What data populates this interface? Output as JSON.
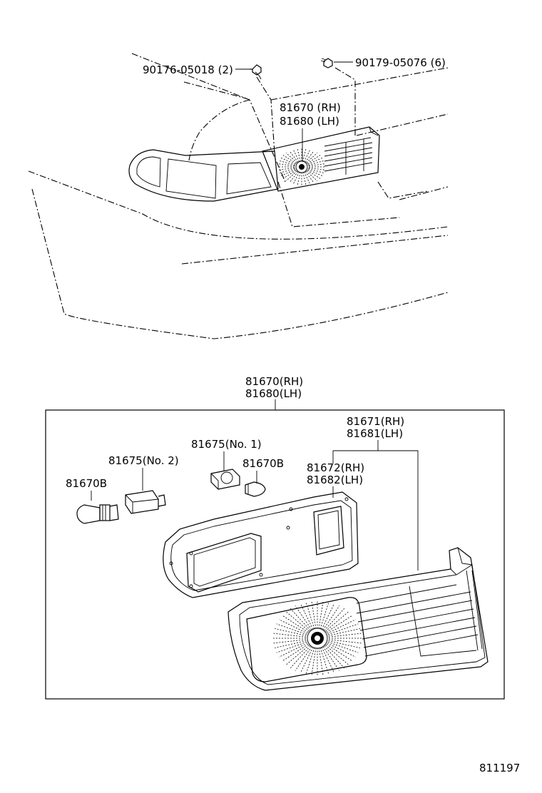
{
  "labels": {
    "screw_upper_left": "90176-05018 (2)",
    "screw_upper_right": "90179-05076 (6)",
    "top_assy_rh": "81670 (RH)",
    "top_assy_lh": "81680 (LH)",
    "box_assy_rh": "81670(RH)",
    "box_assy_lh": "81680(LH)",
    "lens_rh": "81671(RH)",
    "lens_lh": "81681(LH)",
    "housing_rh": "81672(RH)",
    "housing_lh": "81682(LH)",
    "socket_no1": "81675(No. 1)",
    "socket_no2": "81675(No. 2)",
    "bulb_small": "81670B",
    "bulb_large": "81670B",
    "diagram_number": "811197"
  },
  "icons": [
    "screw-icon",
    "bulb-icon",
    "socket-icon"
  ]
}
